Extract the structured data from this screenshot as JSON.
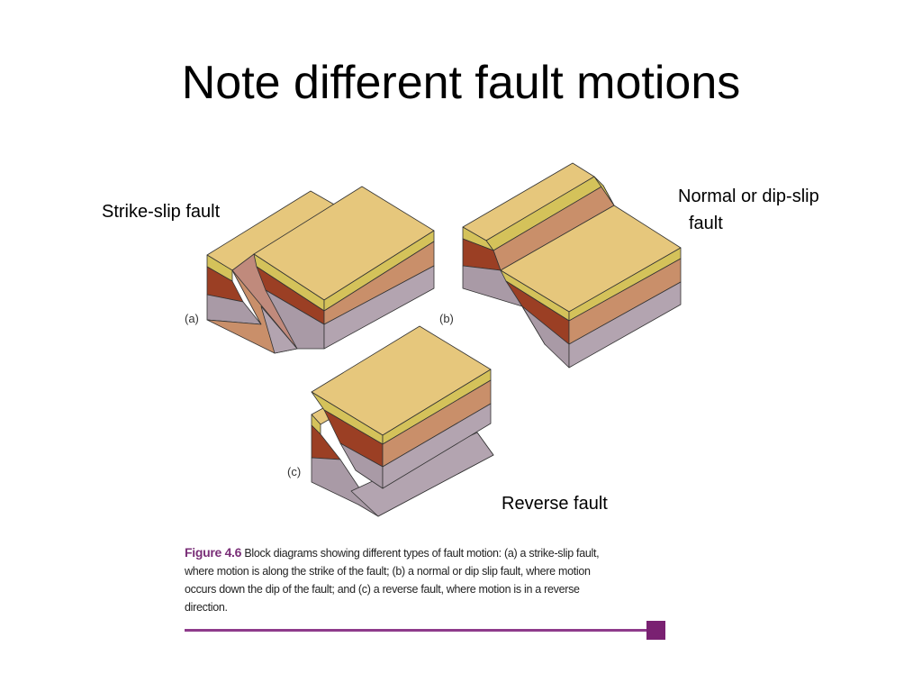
{
  "slide": {
    "title": "Note different fault motions"
  },
  "labels": {
    "strike_slip": "Strike-slip fault",
    "normal_line1": "Normal or dip-slip",
    "normal_line2": "fault",
    "reverse": "Reverse fault"
  },
  "figure": {
    "letter_a": "(a)",
    "letter_b": "(b)",
    "letter_c": "(c)",
    "number": "Figure 4.6",
    "caption_line1": "Block diagrams showing different types of fault motion: (a) a strike-slip fault,",
    "caption_line2": "where motion is along the strike of the fault; (b) a normal or dip slip fault, where motion",
    "caption_line3": "occurs down the dip of the fault; and (c) a reverse fault, where motion is in a reverse",
    "caption_line4": "direction."
  },
  "colors": {
    "top_face": "#e6c77c",
    "layer_yellow": "#d4c25a",
    "layer_tan": "#c98f6a",
    "layer_brown": "#9b3f24",
    "layer_gray": "#a99aa6",
    "fault_plane": "#b88f86",
    "caption_accent": "#7a2172"
  }
}
